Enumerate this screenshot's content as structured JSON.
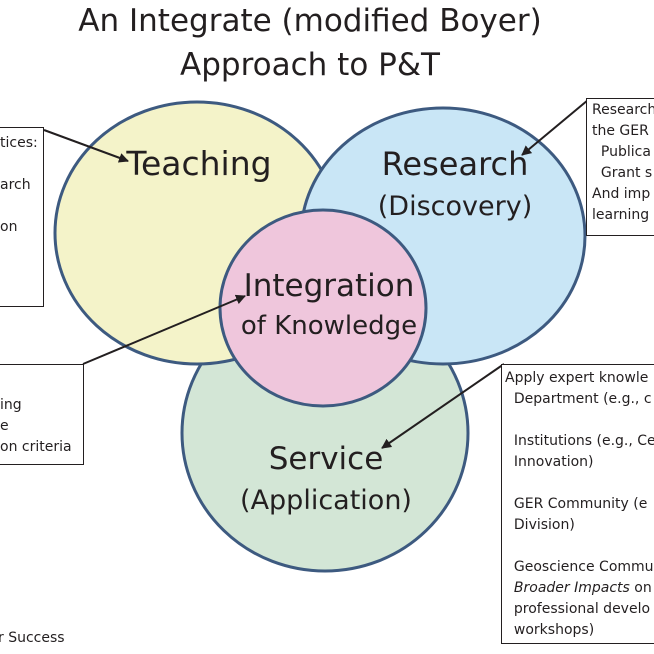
{
  "title": {
    "line1": "An Integrate (modified Boyer)",
    "line2": "Approach to P&T"
  },
  "circles": {
    "teaching": {
      "label": "Teaching",
      "fill": "#f4f3c9"
    },
    "research": {
      "line1": "Research",
      "line2": "(Discovery)",
      "fill": "#c9e6f6"
    },
    "service": {
      "line1": "Service",
      "line2": "(Application)",
      "fill": "#d3e6d6"
    },
    "integration": {
      "line1": "Integration",
      "line2": "of Knowledge",
      "fill": "#efc6dc"
    },
    "stroke": "#3d5a80"
  },
  "boxes": {
    "teaching_box": [
      "tices:",
      "",
      "arch",
      "",
      "on"
    ],
    "integration_box": [
      "ing",
      "e",
      "on criteria"
    ],
    "research_box": [
      "Research",
      "the GER",
      "  Publica",
      "  Grant s",
      "And imp",
      "learning"
    ],
    "service_box": [
      "Apply expert knowle",
      "  Department (e.g., c",
      "",
      "  Institutions (e.g., Ce",
      "  Innovation)",
      "",
      "  GER Community (e",
      "  Division)",
      "",
      "  Geoscience Commu",
      "  Broader Impacts on",
      "  professional develo",
      "  workshops)"
    ]
  },
  "footer": "r Success"
}
